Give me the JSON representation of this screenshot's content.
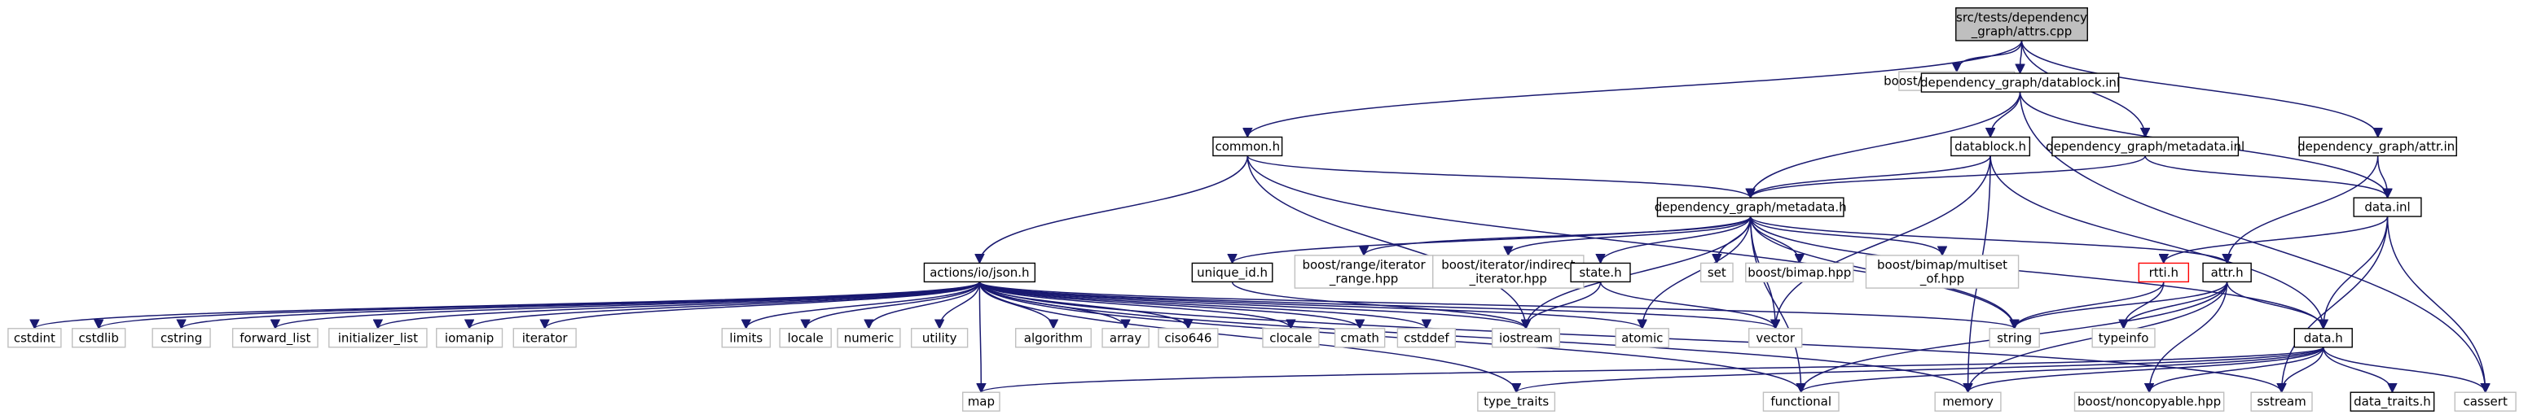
{
  "colors": {
    "edge": "#191970",
    "root_fill": "#bfbfbf",
    "root_border": "#000000",
    "documented_border": "#000000",
    "system_border": "#bfbfbf",
    "incomplete_border": "#ff0000"
  },
  "nodes": {
    "attrs_cpp": {
      "lines": [
        "src/tests/dependency",
        "_graph/attrs.cpp"
      ],
      "kind": "root"
    },
    "unit_test": {
      "lines": [
        "boost/test/unit_test.hpp"
      ],
      "kind": "system"
    },
    "datablock_inl": {
      "lines": [
        "dependency_graph/datablock.inl"
      ],
      "kind": "documented"
    },
    "common_h": {
      "lines": [
        "common.h"
      ],
      "kind": "documented"
    },
    "datablock_h": {
      "lines": [
        "datablock.h"
      ],
      "kind": "documented"
    },
    "metadata_inl": {
      "lines": [
        "dependency_graph/metadata.inl"
      ],
      "kind": "documented"
    },
    "attr_inl": {
      "lines": [
        "dependency_graph/attr.inl"
      ],
      "kind": "documented"
    },
    "metadata_h": {
      "lines": [
        "dependency_graph/metadata.h"
      ],
      "kind": "documented"
    },
    "data_inl": {
      "lines": [
        "data.inl"
      ],
      "kind": "documented"
    },
    "json_h": {
      "lines": [
        "actions/io/json.h"
      ],
      "kind": "documented"
    },
    "unique_id_h": {
      "lines": [
        "unique_id.h"
      ],
      "kind": "documented"
    },
    "iterator_range": {
      "lines": [
        "boost/range/iterator",
        "_range.hpp"
      ],
      "kind": "system"
    },
    "indirect_iterator": {
      "lines": [
        "boost/iterator/indirect",
        "_iterator.hpp"
      ],
      "kind": "system"
    },
    "state_h": {
      "lines": [
        "state.h"
      ],
      "kind": "documented"
    },
    "set": {
      "lines": [
        "set"
      ],
      "kind": "system"
    },
    "bimap": {
      "lines": [
        "boost/bimap.hpp"
      ],
      "kind": "system"
    },
    "multiset_of": {
      "lines": [
        "boost/bimap/multiset",
        "_of.hpp"
      ],
      "kind": "system"
    },
    "rtti_h": {
      "lines": [
        "rtti.h"
      ],
      "kind": "incomplete"
    },
    "attr_h": {
      "lines": [
        "attr.h"
      ],
      "kind": "documented"
    },
    "cstdint": {
      "lines": [
        "cstdint"
      ],
      "kind": "system"
    },
    "cstdlib": {
      "lines": [
        "cstdlib"
      ],
      "kind": "system"
    },
    "cstring": {
      "lines": [
        "cstring"
      ],
      "kind": "system"
    },
    "forward_list": {
      "lines": [
        "forward_list"
      ],
      "kind": "system"
    },
    "initializer_list": {
      "lines": [
        "initializer_list"
      ],
      "kind": "system"
    },
    "iomanip": {
      "lines": [
        "iomanip"
      ],
      "kind": "system"
    },
    "iterator": {
      "lines": [
        "iterator"
      ],
      "kind": "system"
    },
    "limits": {
      "lines": [
        "limits"
      ],
      "kind": "system"
    },
    "locale": {
      "lines": [
        "locale"
      ],
      "kind": "system"
    },
    "numeric": {
      "lines": [
        "numeric"
      ],
      "kind": "system"
    },
    "utility": {
      "lines": [
        "utility"
      ],
      "kind": "system"
    },
    "algorithm": {
      "lines": [
        "algorithm"
      ],
      "kind": "system"
    },
    "array": {
      "lines": [
        "array"
      ],
      "kind": "system"
    },
    "ciso646": {
      "lines": [
        "ciso646"
      ],
      "kind": "system"
    },
    "clocale": {
      "lines": [
        "clocale"
      ],
      "kind": "system"
    },
    "cmath": {
      "lines": [
        "cmath"
      ],
      "kind": "system"
    },
    "cstddef": {
      "lines": [
        "cstddef"
      ],
      "kind": "system"
    },
    "iostream": {
      "lines": [
        "iostream"
      ],
      "kind": "system"
    },
    "atomic": {
      "lines": [
        "atomic"
      ],
      "kind": "system"
    },
    "vector": {
      "lines": [
        "vector"
      ],
      "kind": "system"
    },
    "string": {
      "lines": [
        "string"
      ],
      "kind": "system"
    },
    "typeinfo": {
      "lines": [
        "typeinfo"
      ],
      "kind": "system"
    },
    "data_h": {
      "lines": [
        "data.h"
      ],
      "kind": "documented"
    },
    "map": {
      "lines": [
        "map"
      ],
      "kind": "system"
    },
    "type_traits": {
      "lines": [
        "type_traits"
      ],
      "kind": "system"
    },
    "functional": {
      "lines": [
        "functional"
      ],
      "kind": "system"
    },
    "memory": {
      "lines": [
        "memory"
      ],
      "kind": "system"
    },
    "noncopyable": {
      "lines": [
        "boost/noncopyable.hpp"
      ],
      "kind": "system"
    },
    "sstream": {
      "lines": [
        "sstream"
      ],
      "kind": "system"
    },
    "data_traits_h": {
      "lines": [
        "data_traits.h"
      ],
      "kind": "documented"
    },
    "cassert": {
      "lines": [
        "cassert"
      ],
      "kind": "system"
    }
  },
  "edges": [
    [
      "attrs_cpp",
      "unit_test"
    ],
    [
      "attrs_cpp",
      "datablock_inl"
    ],
    [
      "attrs_cpp",
      "common_h"
    ],
    [
      "attrs_cpp",
      "metadata_inl"
    ],
    [
      "attrs_cpp",
      "attr_inl"
    ],
    [
      "datablock_inl",
      "datablock_h"
    ],
    [
      "datablock_inl",
      "metadata_h"
    ],
    [
      "datablock_inl",
      "data_inl"
    ],
    [
      "datablock_inl",
      "cassert"
    ],
    [
      "common_h",
      "json_h"
    ],
    [
      "common_h",
      "metadata_h"
    ],
    [
      "common_h",
      "string"
    ],
    [
      "common_h",
      "iostream"
    ],
    [
      "datablock_h",
      "metadata_h"
    ],
    [
      "datablock_h",
      "vector"
    ],
    [
      "datablock_h",
      "memory"
    ],
    [
      "datablock_h",
      "data_h"
    ],
    [
      "metadata_inl",
      "metadata_h"
    ],
    [
      "metadata_inl",
      "data_inl"
    ],
    [
      "attr_inl",
      "attr_h"
    ],
    [
      "attr_inl",
      "data_inl"
    ],
    [
      "metadata_h",
      "unique_id_h"
    ],
    [
      "metadata_h",
      "iterator_range"
    ],
    [
      "metadata_h",
      "indirect_iterator"
    ],
    [
      "metadata_h",
      "state_h"
    ],
    [
      "metadata_h",
      "set"
    ],
    [
      "metadata_h",
      "bimap"
    ],
    [
      "metadata_h",
      "multiset_of"
    ],
    [
      "metadata_h",
      "attr_h"
    ],
    [
      "metadata_h",
      "data_h"
    ],
    [
      "metadata_h",
      "string"
    ],
    [
      "metadata_h",
      "vector"
    ],
    [
      "metadata_h",
      "functional"
    ],
    [
      "metadata_h",
      "atomic"
    ],
    [
      "metadata_h",
      "iostream"
    ],
    [
      "data_inl",
      "rtti_h"
    ],
    [
      "data_inl",
      "data_h"
    ],
    [
      "data_inl",
      "sstream"
    ],
    [
      "data_inl",
      "cassert"
    ],
    [
      "json_h",
      "cstdint"
    ],
    [
      "json_h",
      "cstdlib"
    ],
    [
      "json_h",
      "cstring"
    ],
    [
      "json_h",
      "forward_list"
    ],
    [
      "json_h",
      "initializer_list"
    ],
    [
      "json_h",
      "iomanip"
    ],
    [
      "json_h",
      "iterator"
    ],
    [
      "json_h",
      "limits"
    ],
    [
      "json_h",
      "locale"
    ],
    [
      "json_h",
      "numeric"
    ],
    [
      "json_h",
      "utility"
    ],
    [
      "json_h",
      "algorithm"
    ],
    [
      "json_h",
      "array"
    ],
    [
      "json_h",
      "ciso646"
    ],
    [
      "json_h",
      "clocale"
    ],
    [
      "json_h",
      "cmath"
    ],
    [
      "json_h",
      "cstddef"
    ],
    [
      "json_h",
      "iostream"
    ],
    [
      "json_h",
      "atomic"
    ],
    [
      "json_h",
      "vector"
    ],
    [
      "json_h",
      "string"
    ],
    [
      "json_h",
      "map"
    ],
    [
      "json_h",
      "type_traits"
    ],
    [
      "json_h",
      "functional"
    ],
    [
      "json_h",
      "memory"
    ],
    [
      "json_h",
      "sstream"
    ],
    [
      "unique_id_h",
      "iostream"
    ],
    [
      "state_h",
      "vector"
    ],
    [
      "state_h",
      "iostream"
    ],
    [
      "rtti_h",
      "string"
    ],
    [
      "rtti_h",
      "typeinfo"
    ],
    [
      "attr_h",
      "string"
    ],
    [
      "attr_h",
      "typeinfo"
    ],
    [
      "attr_h",
      "data_h"
    ],
    [
      "attr_h",
      "functional"
    ],
    [
      "attr_h",
      "memory"
    ],
    [
      "attr_h",
      "noncopyable"
    ],
    [
      "data_h",
      "map"
    ],
    [
      "data_h",
      "type_traits"
    ],
    [
      "data_h",
      "functional"
    ],
    [
      "data_h",
      "memory"
    ],
    [
      "data_h",
      "noncopyable"
    ],
    [
      "data_h",
      "sstream"
    ],
    [
      "data_h",
      "data_traits_h"
    ],
    [
      "data_h",
      "cassert"
    ]
  ]
}
